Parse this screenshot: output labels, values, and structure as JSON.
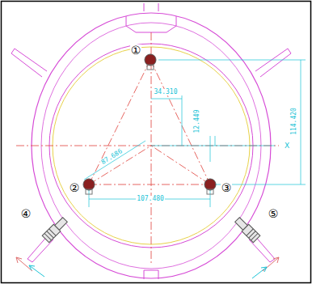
{
  "diagram": {
    "labels": [
      "①",
      "②",
      "③",
      "④",
      "⑤",
      "34.310",
      "12.449",
      "114.420",
      "87.686",
      "107.480",
      "X"
    ]
  }
}
